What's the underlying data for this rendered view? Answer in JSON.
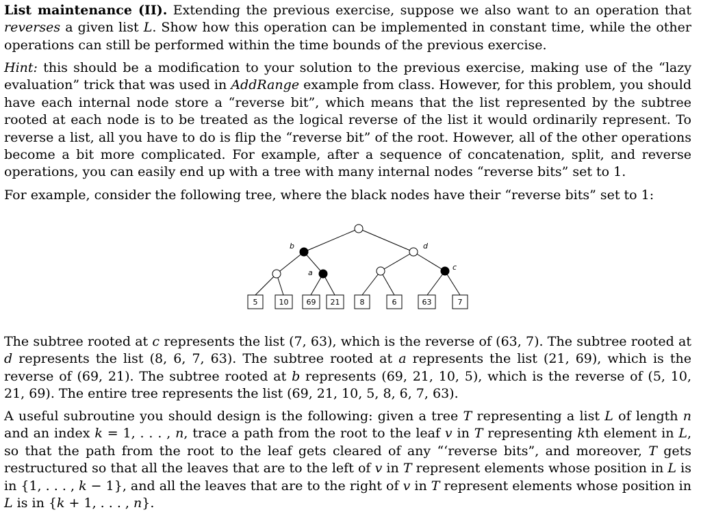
{
  "p1": {
    "title": "List maintenance (II).",
    "t1": " Extending the previous exercise, suppose we also want to an operation that ",
    "em": "reverses",
    "t2": " a given list ",
    "L": "L",
    "t3": ". Show how this operation can be implemented in constant time, while the other operations can still be performed within the time bounds of the previous exercise."
  },
  "p2": {
    "hint": "Hint:",
    "t1": " this should be a modification to your solution to the previous exercise, making use of the “lazy evaluation” trick that was used in ",
    "em": "AddRange",
    "t2": " example from class. However, for this problem, you should have each internal node store a “reverse bit”, which means that the list represented by the subtree rooted at each node is to be treated as the logical reverse of the list it would ordinarily represent. To reverse a list, all you have to do is flip the “reverse bit” of the root. However, all of the other operations become a bit more complicated. For example, after a sequence of concatenation, split, and reverse operations, you can easily end up with a tree with many internal nodes “reverse bits” set to 1."
  },
  "p3": {
    "text": "For example, consider the following tree, where the black nodes have their “reverse bits” set to 1:"
  },
  "tree": {
    "labels": {
      "b": "b",
      "d": "d",
      "a": "a",
      "c": "c"
    },
    "leaves": [
      "5",
      "10",
      "69",
      "21",
      "8",
      "6",
      "63",
      "7"
    ],
    "filled_color": "#000000"
  },
  "p4": {
    "s1": "The subtree rooted at ",
    "c": "c",
    "s2": " represents the list (7, 63), which is the reverse of (63, 7). The subtree rooted at ",
    "d": "d",
    "s3": " represents the list (8, 6, 7, 63). The subtree rooted at ",
    "a": "a",
    "s4": " represents the list (21, 69), which is the reverse of (69, 21). The subtree rooted at ",
    "b": "b",
    "s5": " represents (69, 21, 10, 5), which is the reverse of (5, 10, 21, 69). The entire tree represents the list (69, 21, 10, 5, 8, 6, 7, 63)."
  },
  "p5": {
    "s1": "A useful subroutine you should design is the following: given a tree ",
    "T1": "T",
    "s2": " representing a list ",
    "L1": "L",
    "s3": " of length ",
    "n1": "n",
    "s4": " and an index ",
    "k1": "k",
    "s5": " = 1, . . . , ",
    "n2": "n",
    "s6": ", trace a path from the root to the leaf ",
    "v1": "v",
    "s7": " in ",
    "T2": "T",
    "s8": " representing ",
    "k2": "k",
    "s9": "th element in ",
    "L2": "L",
    "s10": ", so that the path from the root to the leaf gets cleared of any “‘reverse bits”, and moreover, ",
    "T3": "T",
    "s11": " gets restructured so that all the leaves that are to the left of ",
    "v2": "v",
    "s12": " in ",
    "T4": "T",
    "s13": " represent elements whose position in ",
    "L3": "L",
    "s14": " is in {1, . . . , ",
    "k3": "k",
    "s15": " − 1}, and all the leaves that are to the right of ",
    "v3": "v",
    "s16": " in ",
    "T5": "T",
    "s17": " represent elements whose position in ",
    "L4": "L",
    "s18": " is in {",
    "k4": "k",
    "s19": " + 1, . . . , ",
    "n3": "n",
    "s20": "}."
  }
}
